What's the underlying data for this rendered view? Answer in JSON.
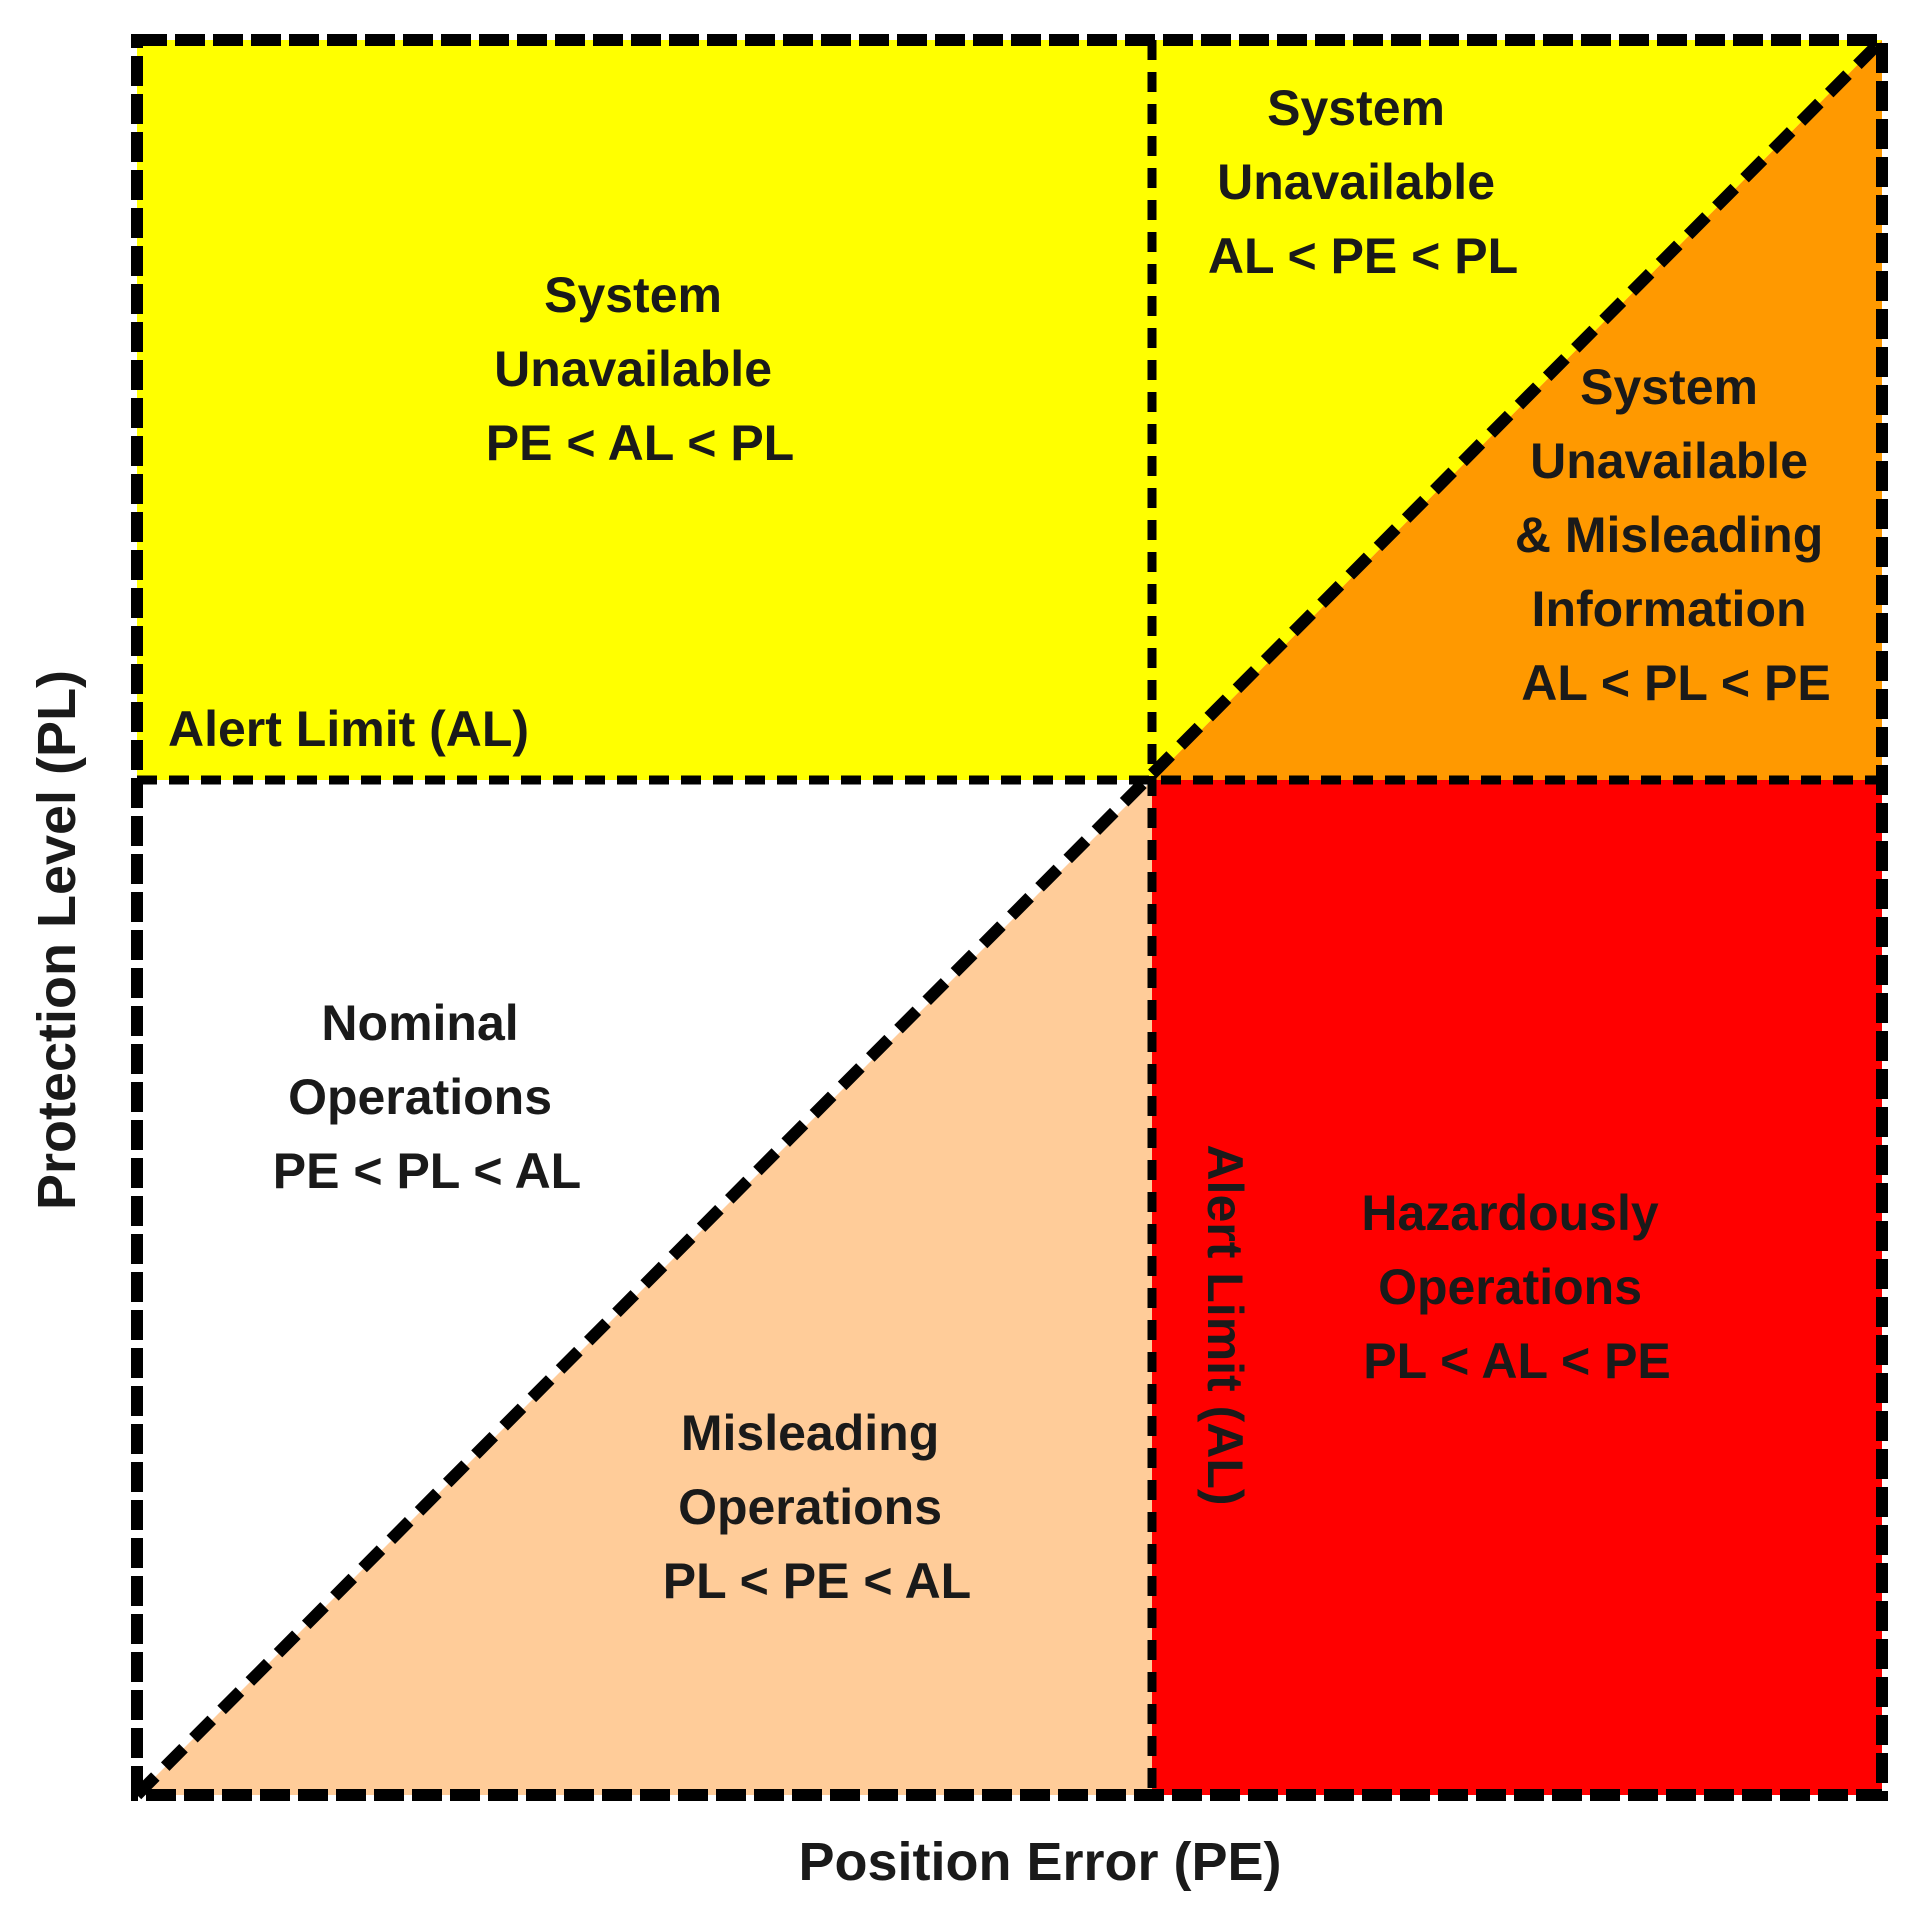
{
  "colors": {
    "unavailable": "#ffff00",
    "unavailable_misleading": "#ff9900",
    "nominal": "#ffffff",
    "misleading": "#ffcc99",
    "hazardous": "#ff0000",
    "line": "#000000"
  },
  "axes": {
    "x_label": "Position Error (PE)",
    "y_label": "Protection Level (PL)"
  },
  "alert_limit": {
    "horizontal_label": "Alert Limit (AL)",
    "vertical_label": "Alert Limit (AL)"
  },
  "regions": {
    "unavailable_left": [
      "System",
      "Unavailable",
      "PE < AL < PL"
    ],
    "unavailable_right": [
      "System",
      "Unavailable",
      "AL < PE < PL"
    ],
    "unavailable_misleading": [
      "System",
      "Unavailable",
      "& Misleading",
      "Information",
      "AL < PL < PE"
    ],
    "nominal": [
      "Nominal",
      "Operations",
      "PE < PL < AL"
    ],
    "misleading": [
      "Misleading",
      "Operations",
      "PL < PE < AL"
    ],
    "hazardous": [
      "Hazardously",
      "Operations",
      "PL < AL < PE"
    ]
  }
}
